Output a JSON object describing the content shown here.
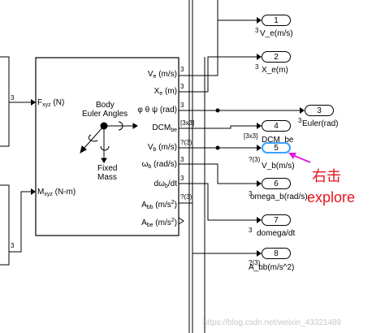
{
  "left_inputs": [
    {
      "signal_dim": "3",
      "port_label": "F",
      "port_sub": "xyz",
      "port_unit": " (N)"
    },
    {
      "signal_dim": "3",
      "port_label": "M",
      "port_sub": "xyz",
      "port_unit": " (N-m)"
    }
  ],
  "block": {
    "title_line1": "Body",
    "title_line2": "Euler Angles",
    "mass_line1": "Fixed",
    "mass_line2": "Mass",
    "outputs": [
      {
        "main": "V",
        "sub": "e",
        "rest": " (m/s)",
        "dim": "3"
      },
      {
        "main": "X",
        "sub": "e",
        "rest": " (m)",
        "dim": "3"
      },
      {
        "main": "φ θ ψ (rad)",
        "sub": "",
        "rest": "",
        "dim": "3"
      },
      {
        "main": "DCM",
        "sub": "be",
        "rest": "",
        "dim": "[3x3]"
      },
      {
        "main": "V",
        "sub": "b",
        "rest": " (m/s)",
        "dim": "?(3)"
      },
      {
        "main": "ω",
        "sub": "b",
        "rest": " (rad/s)",
        "dim": "3"
      },
      {
        "main": "dω",
        "sub": "b",
        "rest": "/dt",
        "dim": "3"
      },
      {
        "main": "A",
        "sub": "bb",
        "rest": " (m/s",
        "sup": "2",
        "rest2": ")",
        "dim": "?(3)"
      },
      {
        "main": "A",
        "sub": "be",
        "rest": " (m/s",
        "sup": "2",
        "rest2": ")",
        "dim": ""
      }
    ]
  },
  "outports": [
    {
      "num": "1",
      "name": "V_e(m/s)",
      "dim": "3"
    },
    {
      "num": "2",
      "name": "X_e(m)",
      "dim": "3"
    },
    {
      "num": "3",
      "name": "Euler(rad)",
      "dim": "3"
    },
    {
      "num": "4",
      "name": "DCM_be",
      "dim": "[3x3]"
    },
    {
      "num": "5",
      "name": "V_b(m/s)",
      "dim": "?(3)"
    },
    {
      "num": "6",
      "name": "omega_b(rad/s)",
      "dim": "3"
    },
    {
      "num": "7",
      "name": "domega/dt",
      "dim": "3"
    },
    {
      "num": "8",
      "name": "A_bb(m/s^2)",
      "dim": "?(3)"
    }
  ],
  "annotation": {
    "line1": "右击",
    "line2": "explore",
    "color": "#e8141e"
  },
  "selection_color": "#3aa0ff",
  "arrow_color": "#e020e0",
  "watermark": "https://blog.csdn.net/weixin_43321489"
}
